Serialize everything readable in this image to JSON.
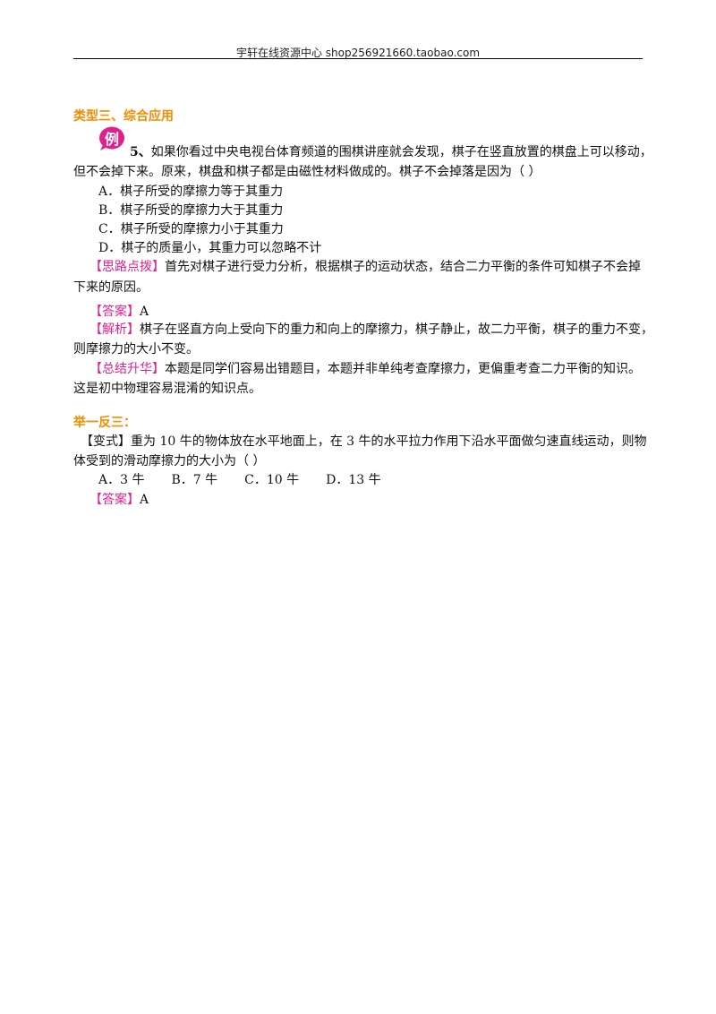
{
  "header": {
    "text": "宇轩在线资源中心   shop256921660.taobao.com"
  },
  "section1": {
    "title": "类型三、综合应用"
  },
  "example": {
    "badge": "例",
    "number": "5、",
    "question_line1": "如果你看过中央电视台体育频道的围棋讲座就会发现，棋子在竖直放置的棋盘上可以移动，",
    "question_line2": "但不会掉下来。原来，棋盘和棋子都是由磁性材料做成的。棋子不会掉落是因为（    ）",
    "options": [
      "A．棋子所受的摩擦力等于其重力",
      "B．棋子所受的摩擦力大于其重力",
      "C．棋子所受的摩擦力小于其重力",
      "D．棋子的质量小，其重力可以忽略不计"
    ],
    "hint_tag": "【思路点拨】",
    "hint_line1": "首先对棋子进行受力分析，根据棋子的运动状态，结合二力平衡的条件可知棋子不会掉",
    "hint_line2": "下来的原因。",
    "answer_tag": "【答案】",
    "answer": "A",
    "analysis_tag": "【解析】",
    "analysis_line1": "棋子在竖直方向上受向下的重力和向上的摩擦力，棋子静止，故二力平衡，棋子的重力不变，",
    "analysis_line2": "则摩擦力的大小不变。",
    "summary_tag": "【总结升华】",
    "summary_line1": "本题是同学们容易出错题目，本题并非单纯考查摩擦力，更偏重考查二力平衡的知识。",
    "summary_line2": "这是初中物理容易混淆的知识点。"
  },
  "section2": {
    "title": "举一反三："
  },
  "variant": {
    "tag": "【变式】",
    "line1": "重为 10 牛的物体放在水平地面上，在 3 牛的水平拉力作用下沿水平面做匀速直线运动，则物",
    "line2": "体受到的滑动摩擦力的大小为（      ）",
    "options": [
      "A．3 牛",
      "B．7 牛",
      "C．10 牛",
      "D．13 牛"
    ],
    "answer_tag": "【答案】",
    "answer": "A"
  },
  "colors": {
    "section": "#f28c00",
    "tag": "#e0208f",
    "badge": "#e0208f"
  }
}
